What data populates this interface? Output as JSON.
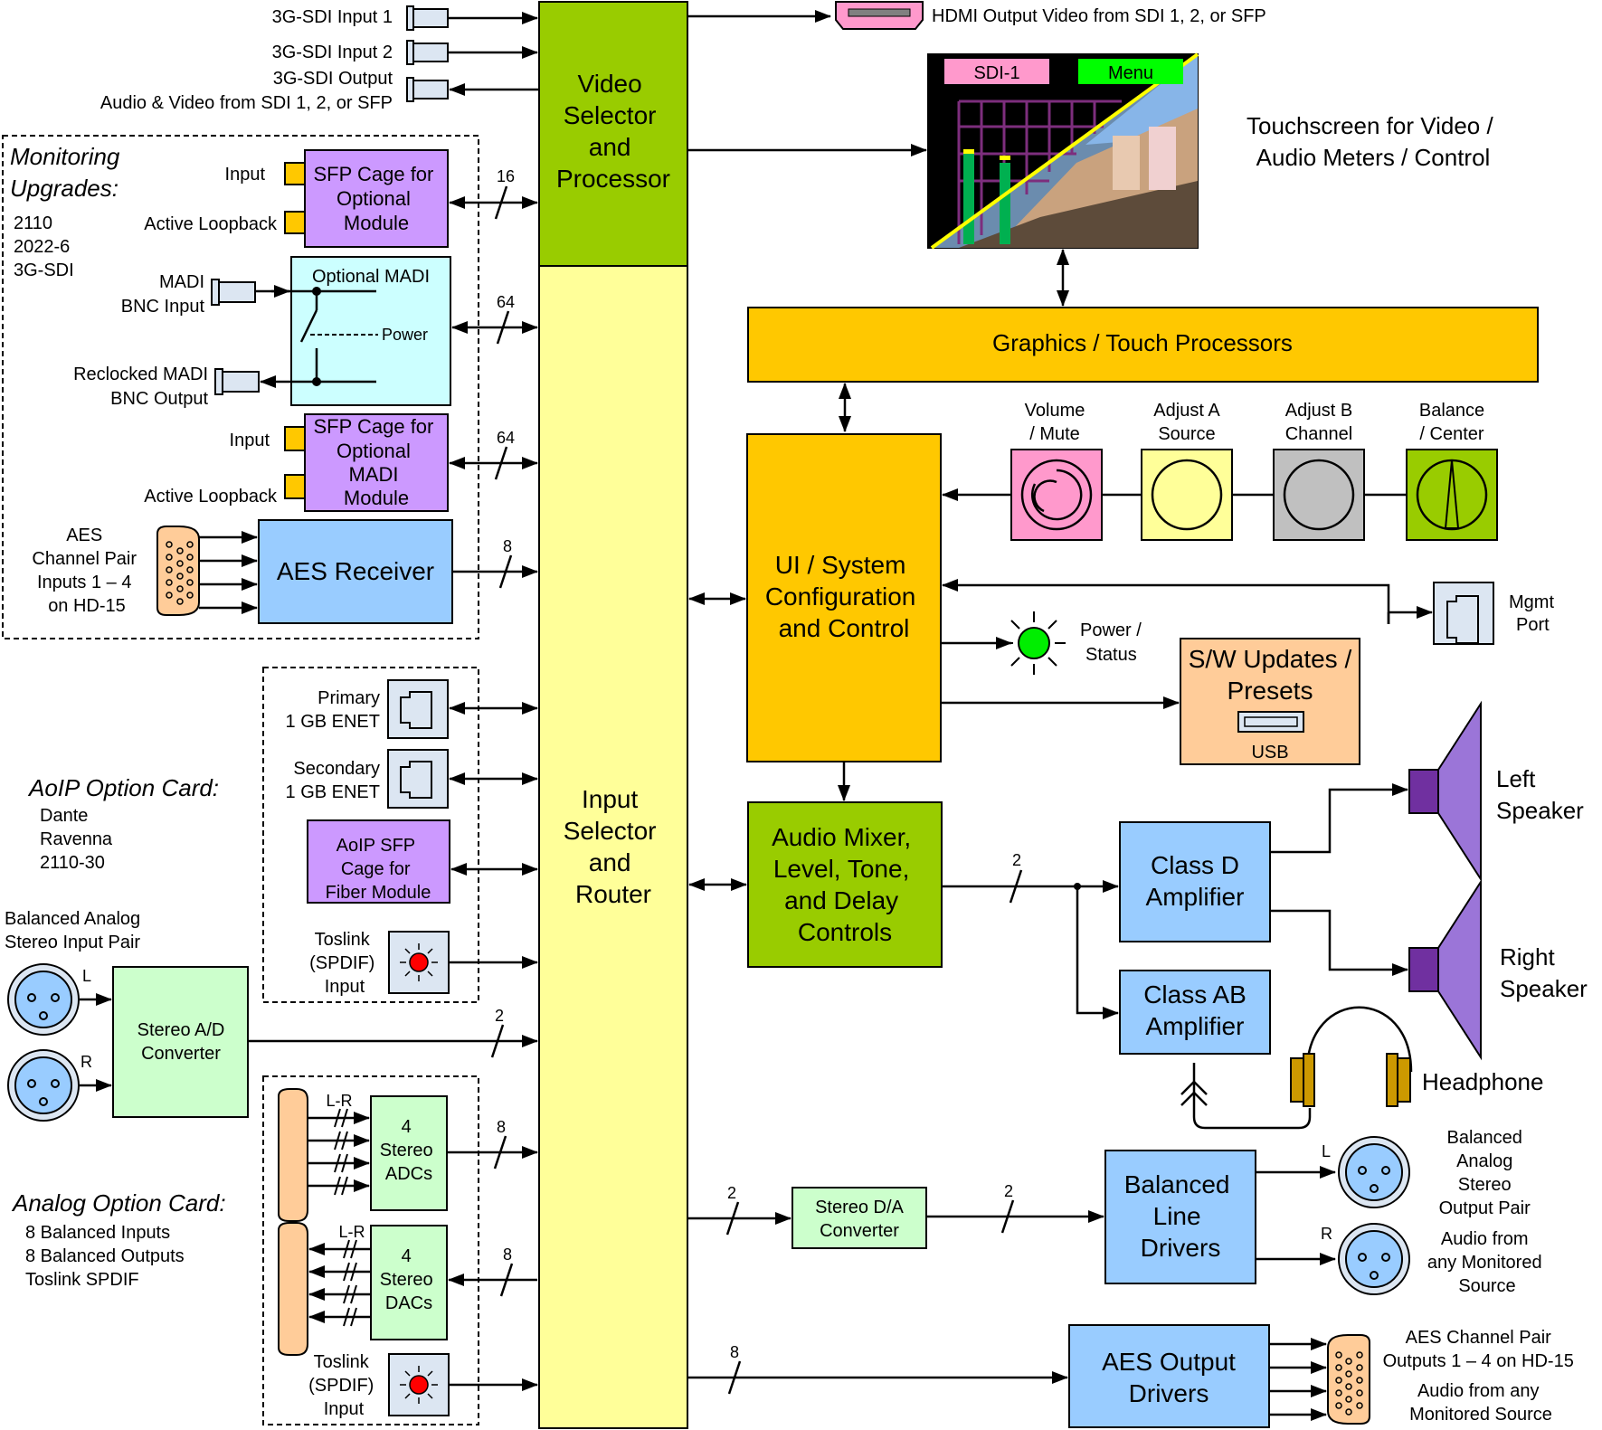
{
  "colors": {
    "green": "#99cc00",
    "yellow": "#ffff99",
    "orange": "#ffc800",
    "blue": "#99ccff",
    "purple": "#cc99ff",
    "cyan": "#ccffff",
    "light_green": "#ccffcc",
    "peach": "#ffcc99",
    "pink": "#ff99cc",
    "gray": "#c0c0c0"
  },
  "sdi": {
    "input1": "3G-SDI Input 1",
    "input2": "3G-SDI Input 2",
    "output": "3G-SDI Output",
    "output_desc": "Audio & Video from SDI 1, 2, or SFP",
    "hdmi": "HDMI Output Video from SDI 1, 2, or SFP"
  },
  "video_selector": [
    "Video",
    "Selector",
    "and",
    "Processor"
  ],
  "input_selector": [
    "Input",
    "Selector",
    "and",
    "Router"
  ],
  "touchscreen": {
    "label_line1": "Touchscreen for Video /",
    "label_line2": "Audio Meters / Control",
    "tab_left": "SDI-1",
    "tab_right": "Menu"
  },
  "graphics": "Graphics / Touch Processors",
  "ui_system": [
    "UI / System",
    "Configuration",
    "and Control"
  ],
  "knobs": [
    {
      "line1": "Volume",
      "line2": "/ Mute",
      "icon": "volume-knob-icon"
    },
    {
      "line1": "Adjust A",
      "line2": "Source",
      "icon": "adjust-a-knob-icon"
    },
    {
      "line1": "Adjust B",
      "line2": "Channel",
      "icon": "adjust-b-knob-icon"
    },
    {
      "line1": "Balance",
      "line2": "/ Center",
      "icon": "balance-knob-icon"
    }
  ],
  "mgmt": [
    "Mgmt",
    "Port"
  ],
  "power": [
    "Power /",
    "Status"
  ],
  "sw": {
    "line1": "S/W Updates /",
    "line2": "Presets",
    "usb": "USB"
  },
  "mixer": [
    "Audio Mixer,",
    "Level, Tone,",
    "and Delay",
    "Controls"
  ],
  "class_d": [
    "Class D",
    "Amplifier"
  ],
  "class_ab": [
    "Class AB",
    "Amplifier"
  ],
  "speakers": {
    "left": [
      "Left",
      "Speaker"
    ],
    "right": [
      "Right",
      "Speaker"
    ]
  },
  "headphone": "Headphone",
  "monitoring": {
    "title1": "Monitoring",
    "title2": "Upgrades:",
    "formats": [
      "2110",
      "2022-6",
      "3G-SDI"
    ],
    "sfp1": [
      "SFP Cage for",
      "Optional",
      "Module"
    ],
    "sfp1_input": "Input",
    "sfp1_loop": "Active Loopback",
    "madi_title": "Optional MADI",
    "madi_power": "Power",
    "madi_in": [
      "MADI",
      "BNC Input"
    ],
    "madi_out": [
      "Reclocked MADI",
      "BNC Output"
    ],
    "sfp2": [
      "SFP Cage for",
      "Optional",
      "MADI",
      "Module"
    ],
    "sfp2_input": "Input",
    "sfp2_loop": "Active Loopback",
    "aes_in": [
      "AES",
      "Channel Pair",
      "Inputs 1 – 4",
      "on HD-15"
    ],
    "aes_receiver": "AES Receiver"
  },
  "aoip": {
    "title": "AoIP Option Card:",
    "list": [
      "Dante",
      "Ravenna",
      "2110-30"
    ],
    "primary": [
      "Primary",
      "1 GB ENET"
    ],
    "secondary": [
      "Secondary",
      "1 GB ENET"
    ],
    "sfp": [
      "AoIP SFP",
      "Cage for",
      "Fiber Module"
    ],
    "toslink": [
      "Toslink",
      "(SPDIF)",
      "Input"
    ]
  },
  "analog_in": {
    "label": [
      "Balanced Analog",
      "Stereo Input Pair"
    ],
    "l": "L",
    "r": "R",
    "converter": [
      "Stereo A/D",
      "Converter"
    ]
  },
  "analog_card": {
    "title": "Analog Option Card:",
    "list": [
      "8 Balanced Inputs",
      "8 Balanced Outputs",
      "Toslink SPDIF"
    ],
    "lr_top": "L-R",
    "lr_bottom": "L-R",
    "adcs": [
      "4",
      "Stereo",
      "ADCs"
    ],
    "dacs": [
      "4",
      "Stereo",
      "DACs"
    ],
    "toslink": [
      "Toslink",
      "(SPDIF)",
      "Input"
    ]
  },
  "bus_counts": {
    "sfp1": "16",
    "madi": "64",
    "sfp2": "64",
    "aes": "8",
    "ad": "2",
    "adcs": "8",
    "dacs": "8",
    "mixer_out": "2",
    "da_in": "2",
    "da_out": "2",
    "aes_out": "8"
  },
  "da": [
    "Stereo D/A",
    "Converter"
  ],
  "line_drivers": [
    "Balanced",
    "Line",
    "Drivers"
  ],
  "bal_out": {
    "l": "L",
    "r": "R",
    "desc": [
      "Balanced",
      "Analog",
      "Stereo",
      "Output Pair",
      "Audio from",
      "any Monitored",
      "Source"
    ]
  },
  "aes_out": {
    "box": [
      "AES Output",
      "Drivers"
    ],
    "desc": [
      "AES Channel Pair",
      "Outputs 1 – 4  on HD-15",
      "Audio from any",
      "Monitored Source"
    ]
  }
}
